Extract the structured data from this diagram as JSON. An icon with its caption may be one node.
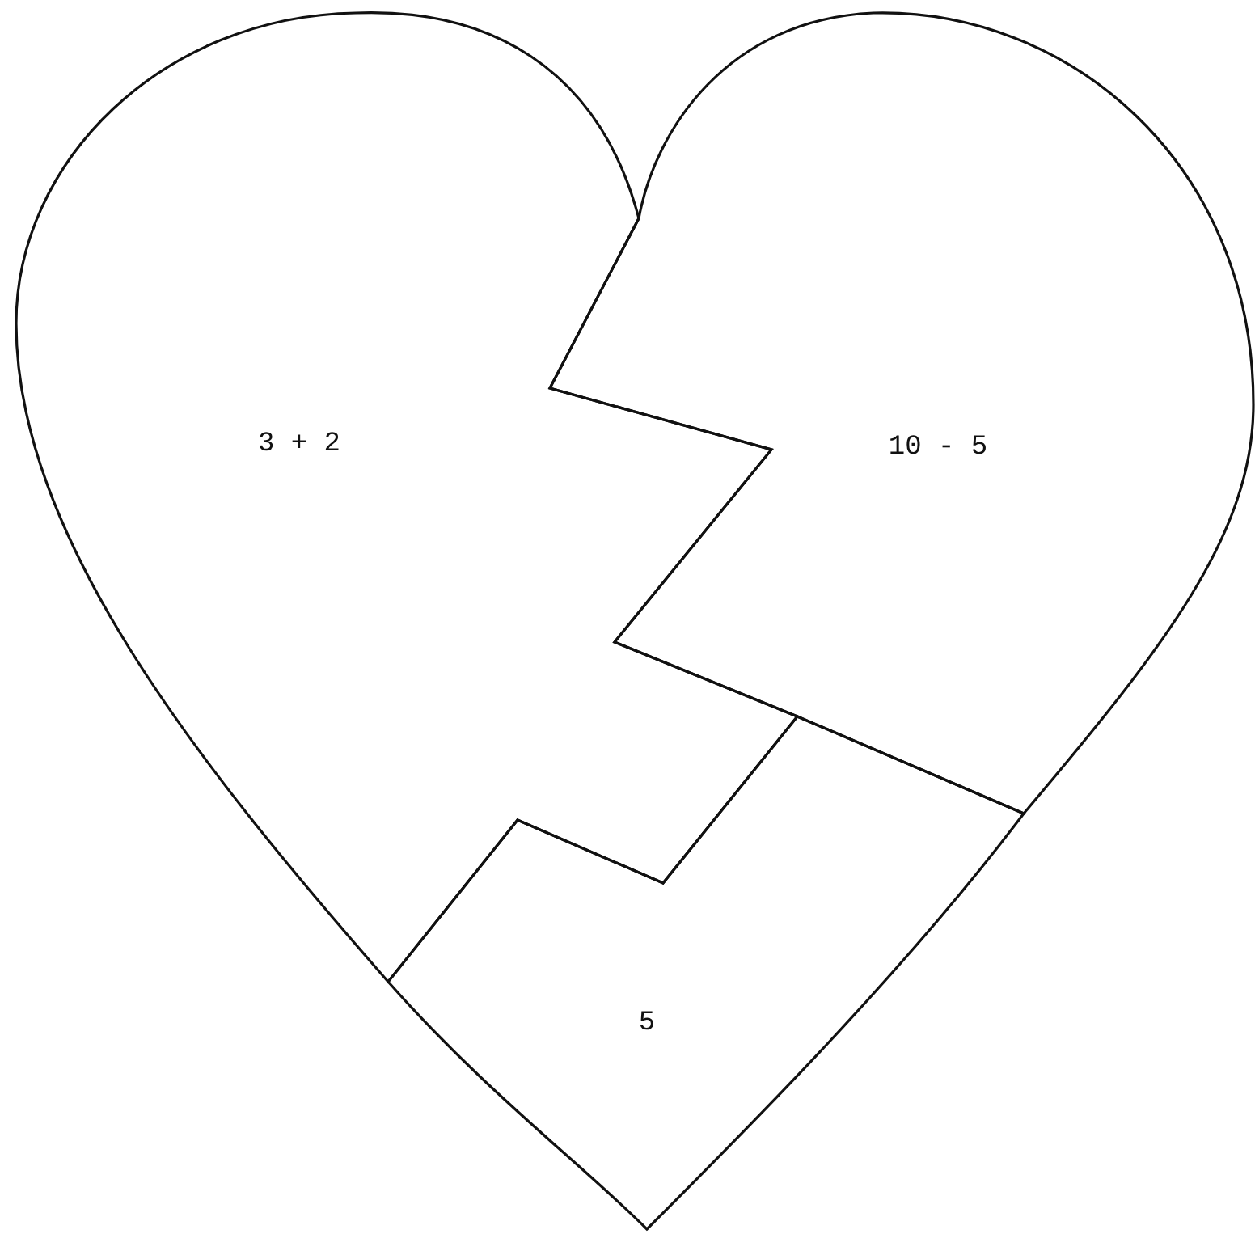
{
  "diagram": {
    "nodes": [
      {
        "text": [
          "3 + 2"
        ]
      },
      {
        "text": [
          "10 - 5"
        ]
      },
      {
        "text": [
          "5"
        ]
      }
    ]
  }
}
